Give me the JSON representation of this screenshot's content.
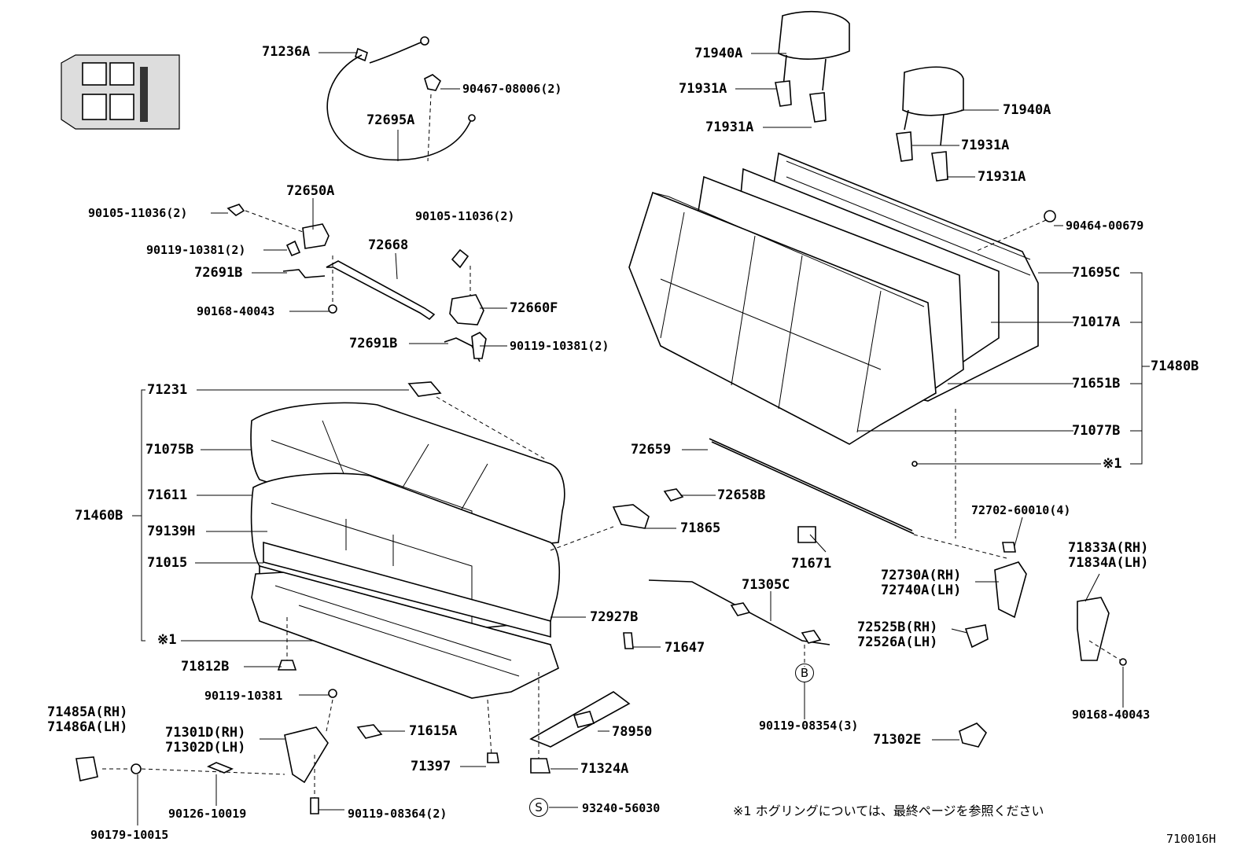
{
  "labels": {
    "l71236A": "71236A",
    "l90467": "90467-08006(2)",
    "l72695A": "72695A",
    "l72650A": "72650A",
    "l90105a": "90105-11036(2)",
    "l90105b": "90105-11036(2)",
    "l90119a": "90119-10381(2)",
    "l72668": "72668",
    "l72691Ba": "72691B",
    "l90168a": "90168-40043",
    "l72660F": "72660F",
    "l72691Bb": "72691B",
    "l90119b": "90119-10381(2)",
    "l71940Aa": "71940A",
    "l71931Aa": "71931A",
    "l71931Ab": "71931A",
    "l71940Ab": "71940A",
    "l71931Ac": "71931A",
    "l71931Ad": "71931A",
    "l90464": "90464-00679",
    "l71695C": "71695C",
    "l71017A": "71017A",
    "l71480B": "71480B",
    "l71651B": "71651B",
    "l71077B": "71077B",
    "l72659": "72659",
    "lref1a": "※1",
    "l71231": "71231",
    "l71075B": "71075B",
    "l71611": "71611",
    "l71460B": "71460B",
    "l79139H": "79139H",
    "l71015": "71015",
    "lref1b": "※1",
    "l72658B": "72658B",
    "l71865": "71865",
    "l71671": "71671",
    "l71305C": "71305C",
    "l72702": "72702-60010(4)",
    "l71833A": "71833A(RH)",
    "l71834A": "71834A(LH)",
    "l72730A": "72730A(RH)",
    "l72740A": "72740A(LH)",
    "l72525B": "72525B(RH)",
    "l72526A": "72526A(LH)",
    "l72927B": "72927B",
    "l71812B": "71812B",
    "l71647": "71647",
    "l90119c": "90119-10381",
    "l90119d": "90119-08354(3)",
    "l90168b": "90168-40043",
    "l71485A": "71485A(RH)",
    "l71486A": "71486A(LH)",
    "l71301D": "71301D(RH)",
    "l71302D": "71302D(LH)",
    "l71615A": "71615A",
    "l78950": "78950",
    "l71302E": "71302E",
    "l71397": "71397",
    "l71324A": "71324A",
    "l90126": "90126-10019",
    "l90119e": "90119-08364(2)",
    "l90179": "90179-10015",
    "l93240": "93240-56030",
    "cB": "B",
    "cS": "S"
  },
  "footnote": "※1 ホグリングについては、最終ページを参照ください",
  "figure_code": "710016H"
}
